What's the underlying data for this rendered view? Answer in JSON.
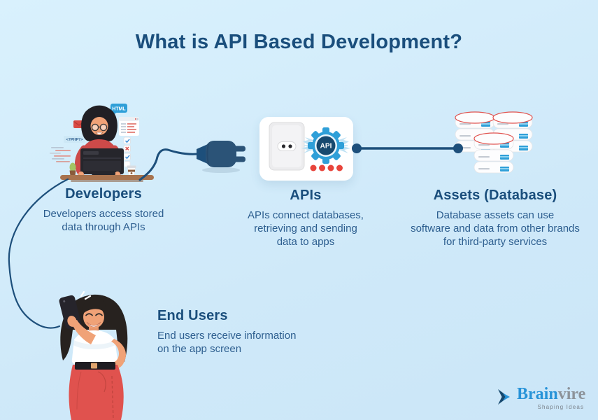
{
  "title": "What is API Based Development?",
  "sections": [
    {
      "id": "developers",
      "heading": "Developers",
      "description": "Developers access stored\ndata through APIs"
    },
    {
      "id": "apis",
      "heading": "APIs",
      "description": "APIs connect databases,\nretrieving and sending\ndata to apps"
    },
    {
      "id": "assets",
      "heading": "Assets (Database)",
      "description": "Database assets can use\nsoftware and data from other brands\nfor third-party services"
    },
    {
      "id": "end_users",
      "heading": "End Users",
      "description": "End users receive information\non the app screen"
    }
  ],
  "illustrations": {
    "html_badge": "HTML",
    "php_tag": "<?PHP?>",
    "api_badge": "API"
  },
  "logo": {
    "brand_primary": "Brain",
    "brand_secondary": "vire",
    "tagline": "Shaping Ideas"
  },
  "colors": {
    "background": "#d3ecfb",
    "navy_line": "#1d4f7b",
    "heading": "#1a4e7c",
    "body_text": "#2d5e8f",
    "api_blue": "#2f9fd8",
    "accent_red": "#e0524e",
    "card_bg": "#ffffff",
    "logo_blue": "#2793d8",
    "logo_gray": "#8d939a"
  }
}
